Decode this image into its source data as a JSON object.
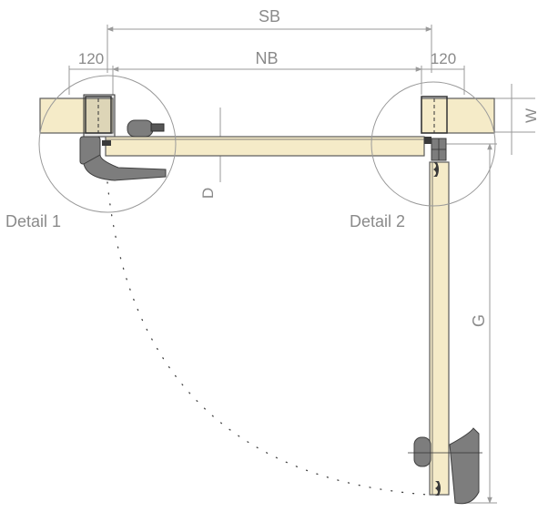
{
  "dimensions": {
    "sb": "SB",
    "nb": "NB",
    "frame_left": "120",
    "frame_right": "120",
    "w": "W",
    "d": "D",
    "g": "G"
  },
  "details": {
    "detail_1": "Detail 1",
    "detail_2": "Detail 2"
  },
  "colors": {
    "panel_fill": "#f5ebc8",
    "hardware": "#7d7d7d",
    "dimension_lines": "#9a9a9a"
  }
}
